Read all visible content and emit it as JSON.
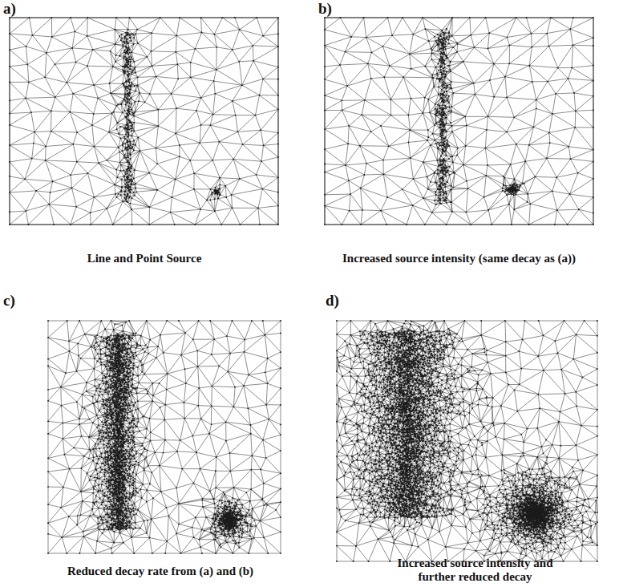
{
  "diagram": {
    "labels": [
      "a)",
      "Line and Point Source",
      "b)",
      "Increased source intensity (same decay as (a))",
      "c)",
      "Reduced decay rate from (a) and (b)",
      "d)",
      "Increased source intensity and further reduced decay"
    ]
  }
}
